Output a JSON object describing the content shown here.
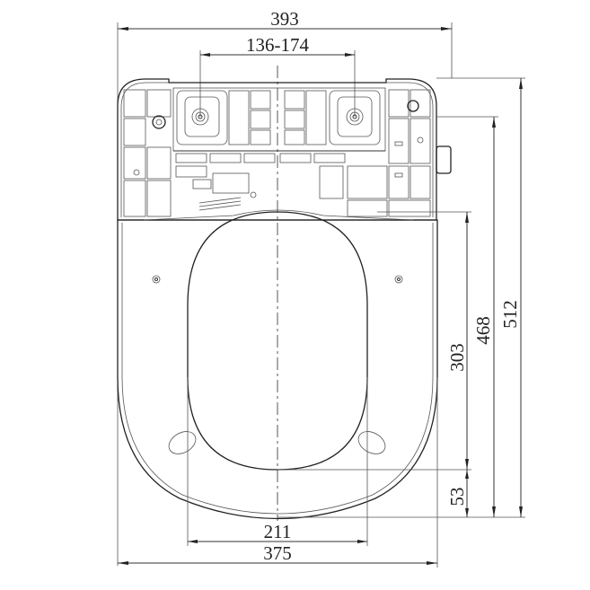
{
  "drawing": {
    "subject": "Smart toilet seat — top view dimensional drawing",
    "units": "mm",
    "dimensions": {
      "overall_width": "393",
      "mounting_hole_spacing": "136-174",
      "seat_width": "375",
      "opening_width": "211",
      "overall_length": "512",
      "seat_length": "468",
      "opening_length": "303",
      "front_rim_depth": "53"
    }
  }
}
